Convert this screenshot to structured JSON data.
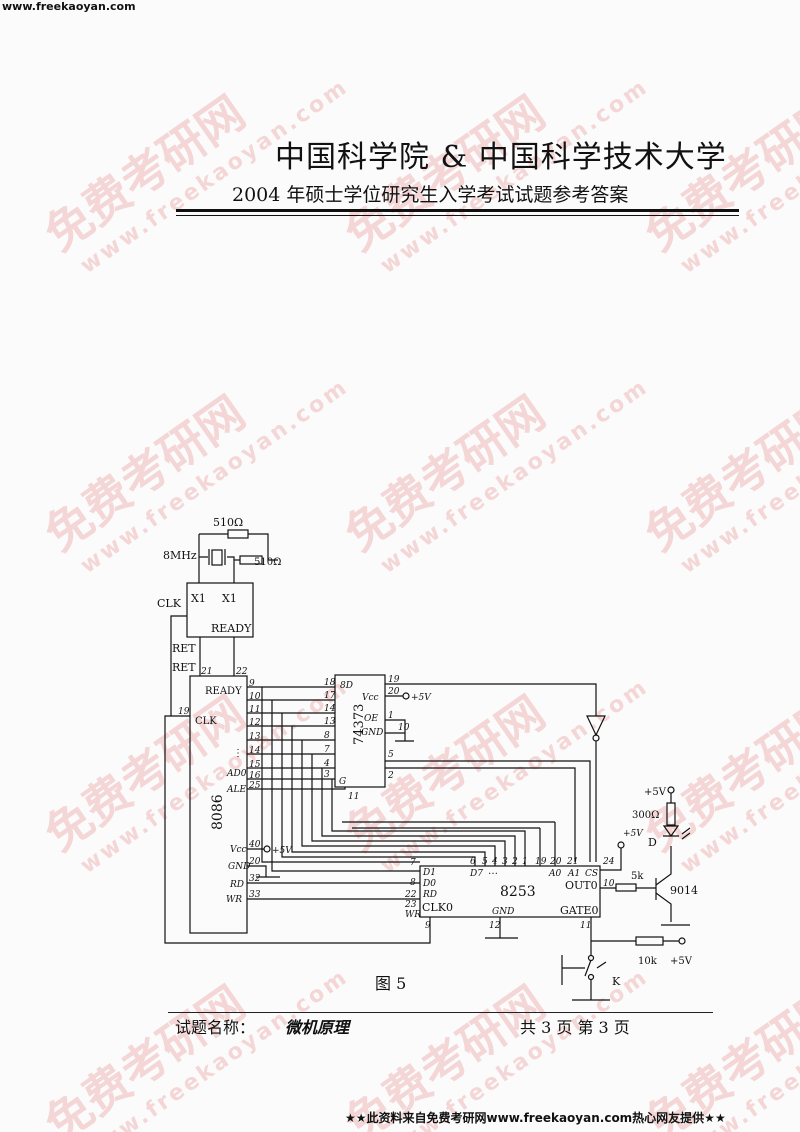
{
  "site_top": "www.freekaoyan.com",
  "watermark": {
    "big": "免费考研网",
    "url": "www.freekaoyan.com"
  },
  "header": {
    "title": "中国科学院 & 中国科学技术大学",
    "subtitle": "2004 年硕士学位研究生入学考试试题参考答案"
  },
  "figure": {
    "caption": "图 5",
    "labels": {
      "r1": "510Ω",
      "r2": "510Ω",
      "crystal": "8MHz",
      "clk": "CLK",
      "x1a": "X1",
      "x1b": "X1",
      "ready_clkgen": "READY",
      "ret1": "RET",
      "ret2": "RET",
      "cpu": "8086",
      "cpu_ready": "READY",
      "cpu_clk": "CLK",
      "cpu_ad": "AD0",
      "cpu_ale": "ALE",
      "cpu_vcc": "Vcc",
      "cpu_gnd": "GND",
      "cpu_rd": "RD",
      "cpu_wr": "WR",
      "cpu_5v": "+5V",
      "latch": "74373",
      "latch_oe": "OE",
      "latch_vcc": "Vcc",
      "latch_gnd": "GND",
      "latch_g": "G",
      "latch_5v": "+5V",
      "timer": "8253",
      "d7": "D7",
      "d1": "D1",
      "d0": "D0",
      "rd": "RD",
      "wr": "WR",
      "clk0": "CLK0",
      "a0": "A0",
      "a1": "A1",
      "cs": "CS",
      "out0": "OUT0",
      "gate0": "GATE0",
      "tgnd": "GND",
      "plus5_a": "+5V",
      "plus5_b": "+5V",
      "plus5_c": "+5V",
      "r300": "300Ω",
      "led": "D",
      "r5k": "5k",
      "transistor": "9014",
      "r10k": "10k",
      "switch": "K"
    },
    "pins": {
      "p21": "21",
      "p22": "22",
      "p19": "19",
      "p9": "9",
      "p10": "10",
      "p11": "11",
      "p12": "12",
      "p13": "13",
      "p14": "14",
      "p15": "15",
      "p16": "16",
      "p25": "25",
      "p40": "40",
      "p20": "20",
      "p32": "32",
      "p33": "33",
      "l18": "18",
      "l17": "17",
      "l14": "14",
      "l13": "13",
      "l8": "8",
      "l7": "7",
      "l4": "4",
      "l3": "3",
      "l11": "11",
      "l19": "19",
      "l20": "20",
      "l1": "1",
      "l10": "10",
      "l5": "5",
      "l2": "2",
      "t7": "7",
      "t8": "8",
      "t22": "22",
      "t23": "23",
      "t9": "9",
      "t6": "6",
      "t5": "5",
      "t4": "4",
      "t3": "3",
      "t2": "2",
      "t1": "1",
      "t19": "19",
      "t20": "20",
      "t21": "21",
      "t24": "24",
      "t10": "10",
      "t11": "11",
      "t12": "12"
    }
  },
  "footer": {
    "label": "试题名称：",
    "course": "微机原理",
    "pages": "共 3 页   第 3 页"
  },
  "bottom_note": "★★此资料来自免费考研网www.freekaoyan.com热心网友提供★★"
}
